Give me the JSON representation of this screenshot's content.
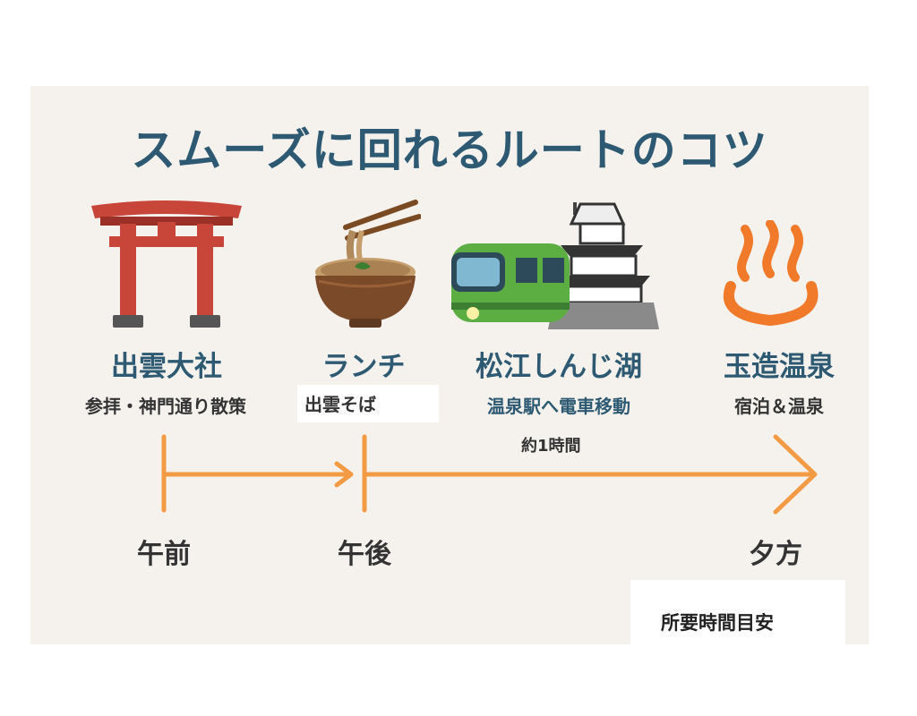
{
  "title": "スムーズに回れるルートのコツ",
  "stops": [
    {
      "name": "出雲大社",
      "detail": "参拝・神門通り散策",
      "icon": "torii-gate-icon"
    },
    {
      "name": "ランチ",
      "detail": "出雲そば",
      "icon": "soba-bowl-icon"
    },
    {
      "name": "松江しんじ湖",
      "detail": "温泉駅へ電車移動",
      "icon": "train-castle-icon"
    },
    {
      "name": "玉造温泉",
      "detail": "宿泊＆温泉",
      "icon": "hot-spring-icon"
    }
  ],
  "times": [
    "午前",
    "午後",
    "夕方"
  ],
  "duration": "約1時間",
  "footer_note": "所要時間目安",
  "colors": {
    "title": "#2d5a72",
    "arrow": "#f39a44",
    "background": "#f5f1ec",
    "torii": "#c8453a",
    "train": "#5cae42",
    "onsen": "#f07a2a"
  }
}
